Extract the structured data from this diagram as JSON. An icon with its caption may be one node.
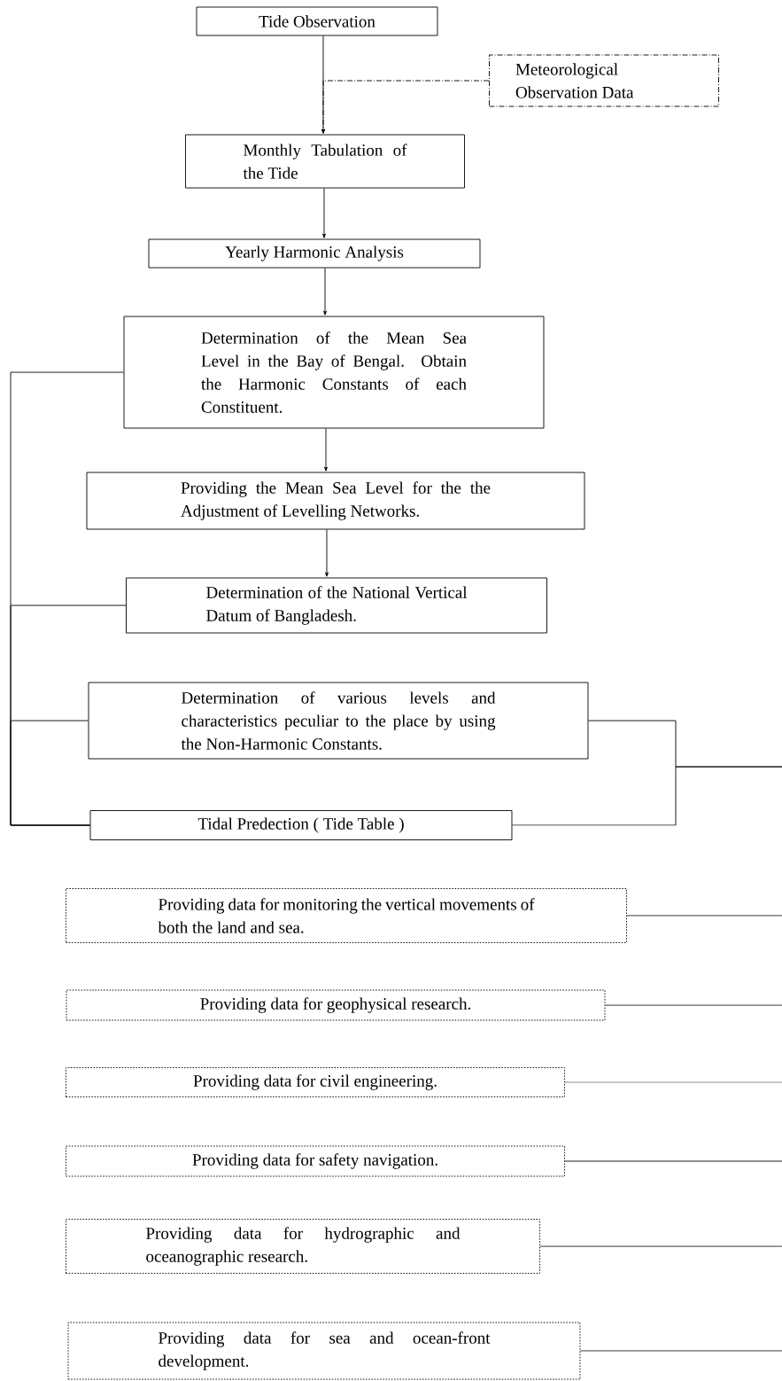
{
  "diagram": {
    "nodes": [
      {
        "text": [
          "Tide Observation"
        ]
      },
      {
        "text": [
          "Meteorological Observation Data"
        ]
      },
      {
        "text": [
          "Monthly Tabulation of the Tide"
        ]
      },
      {
        "text": [
          "Yearly Harmonic Analysis"
        ]
      },
      {
        "text": [
          "Determination of the Mean Sea Level in the Bay of Bengal. Obtain the Harmonic Constants of each Constituent."
        ]
      },
      {
        "text": [
          "Providing the Mean Sea Level for the the Adjustment of Levelling Networks."
        ]
      },
      {
        "text": [
          "Determination of the National Vertical Datum of Bangladesh."
        ]
      },
      {
        "text": [
          "Determination of various levels and characteristics peculiar to the place by using the Non-Harmonic Constants."
        ]
      },
      {
        "text": [
          "Tidal Predection ( Tide Table )"
        ]
      },
      {
        "text": [
          "Providing data for monitoring the vertical movements of both the land and sea."
        ]
      },
      {
        "text": [
          "Providing data for geophysical research."
        ]
      },
      {
        "text": [
          "Providing data for civil engineering."
        ]
      },
      {
        "text": [
          "Providing data for safety navigation."
        ]
      },
      {
        "text": [
          "Providing data for hydrographic and oceanographic research."
        ]
      },
      {
        "text": [
          "Providing data for sea and ocean-front development."
        ]
      }
    ],
    "edges": [
      {
        "from": 0,
        "to": 2,
        "arrow": "to"
      },
      {
        "from": 1,
        "to": 2,
        "arrow": "to",
        "style": "dashed"
      },
      {
        "from": 2,
        "to": 3,
        "arrow": "to"
      },
      {
        "from": 3,
        "to": 4,
        "arrow": "to"
      },
      {
        "from": 4,
        "to": 5,
        "arrow": "to"
      },
      {
        "from": 5,
        "to": 6,
        "arrow": "to"
      },
      {
        "from": 4,
        "to": 8,
        "arrow": "none"
      },
      {
        "from": 6,
        "to": 8,
        "arrow": "none"
      },
      {
        "from": 7,
        "to": 8,
        "arrow": "none"
      },
      {
        "from": 7,
        "to": null,
        "arrow": "none"
      },
      {
        "from": 8,
        "to": null,
        "arrow": "none"
      },
      {
        "from": 9,
        "to": null,
        "arrow": "none"
      },
      {
        "from": 10,
        "to": null,
        "arrow": "none"
      },
      {
        "from": 11,
        "to": null,
        "arrow": "none"
      },
      {
        "from": 12,
        "to": null,
        "arrow": "none"
      },
      {
        "from": 13,
        "to": null,
        "arrow": "none"
      },
      {
        "from": 14,
        "to": null,
        "arrow": "none"
      }
    ]
  }
}
